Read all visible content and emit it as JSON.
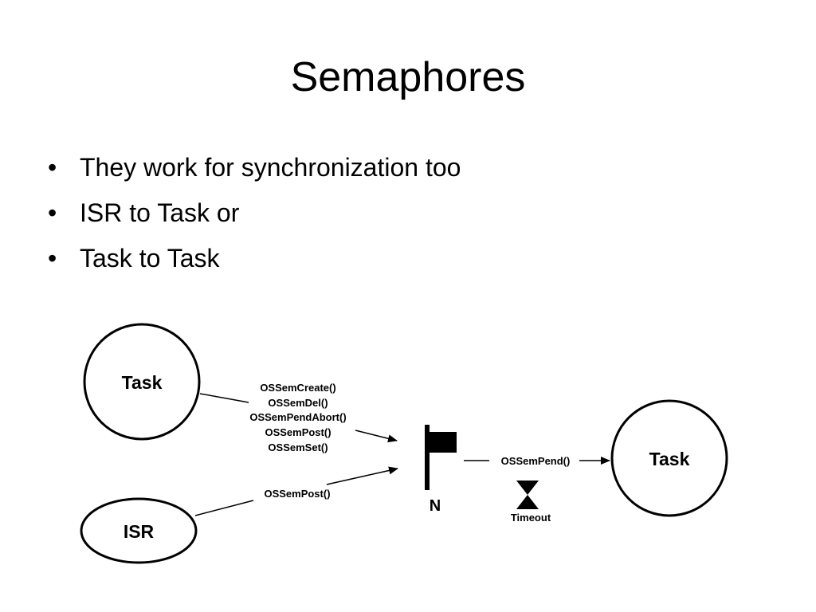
{
  "slide": {
    "title": "Semaphores",
    "bullets": [
      "They work for synchronization too",
      "ISR to Task or",
      "Task to Task"
    ]
  },
  "diagram": {
    "nodes": {
      "task_left": "Task",
      "isr": "ISR",
      "task_right": "Task",
      "semaphore_count": "N",
      "timeout": "Timeout"
    },
    "task_calls": [
      "OSSemCreate()",
      "OSSemDel()",
      "OSSemPendAbort()",
      "OSSemPost()",
      "OSSemSet()"
    ],
    "isr_call": "OSSemPost()",
    "pend_call": "OSSemPend()"
  }
}
